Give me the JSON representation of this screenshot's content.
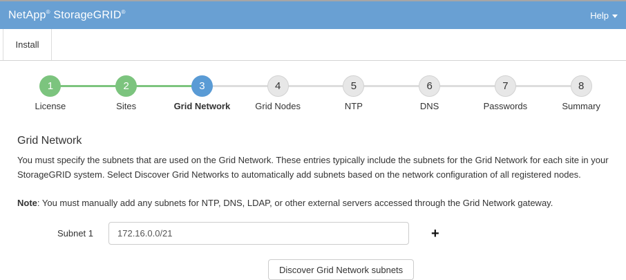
{
  "header": {
    "brand_name": "NetApp",
    "brand_product": "StorageGRID",
    "reg_mark": "®",
    "help_label": "Help"
  },
  "tabs": {
    "install_label": "Install"
  },
  "stepper": {
    "steps": [
      {
        "number": "1",
        "label": "License",
        "state": "done"
      },
      {
        "number": "2",
        "label": "Sites",
        "state": "done"
      },
      {
        "number": "3",
        "label": "Grid Network",
        "state": "active"
      },
      {
        "number": "4",
        "label": "Grid Nodes",
        "state": "todo"
      },
      {
        "number": "5",
        "label": "NTP",
        "state": "todo"
      },
      {
        "number": "6",
        "label": "DNS",
        "state": "todo"
      },
      {
        "number": "7",
        "label": "Passwords",
        "state": "todo"
      },
      {
        "number": "8",
        "label": "Summary",
        "state": "todo"
      }
    ]
  },
  "page": {
    "title": "Grid Network",
    "description": "You must specify the subnets that are used on the Grid Network. These entries typically include the subnets for the Grid Network for each site in your StorageGRID system. Select Discover Grid Networks to automatically add subnets based on the network configuration of all registered nodes.",
    "note_label": "Note",
    "note_text": ": You must manually add any subnets for NTP, DNS, LDAP, or other external servers accessed through the Grid Network gateway."
  },
  "form": {
    "subnet_label": "Subnet 1",
    "subnet_value": "172.16.0.0/21",
    "add_icon": "+",
    "discover_button_label": "Discover Grid Network subnets"
  },
  "colors": {
    "header_blue": "#69a0d3",
    "step_done_green": "#7cc47e",
    "step_active_blue": "#5a9bd5",
    "step_todo_gray": "#e7e7e7",
    "connector_gray": "#dddddd"
  }
}
